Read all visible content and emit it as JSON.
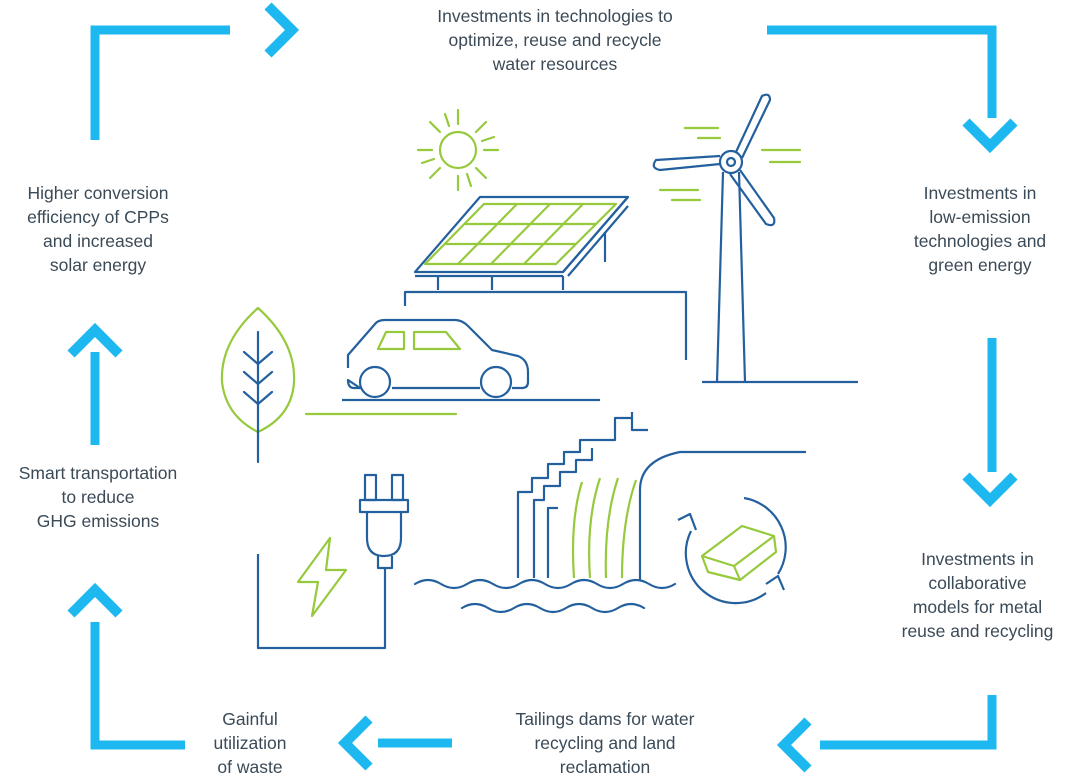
{
  "labels": {
    "top": "Investments in technologies to\noptimize, reuse and recycle\nwater resources",
    "right_upper": "Investments in\nlow-emission\ntechnologies and\ngreen energy",
    "right_lower": "Investments in\ncollaborative\nmodels for metal\nreuse and recycling",
    "bottom_right": "Tailings dams for water\nrecycling and land\nreclamation",
    "bottom_left": "Gainful\nutilization\nof waste",
    "left_lower": "Smart transportation\nto reduce\nGHG emissions",
    "left_upper": "Higher conversion\nefficiency of CPPs\nand increased\nsolar energy"
  },
  "colors": {
    "arrow": "#1cb8ef",
    "line_dark": "#24609e",
    "line_green": "#97c93d",
    "text": "#3b4a57"
  },
  "icons": [
    "sun-icon",
    "solar-panel-icon",
    "wind-turbine-icon",
    "electric-car-icon",
    "leaf-icon",
    "power-plug-icon",
    "lightning-bolt-icon",
    "waterfall-dam-icon",
    "water-waves-icon",
    "recycle-metal-ingot-icon"
  ]
}
